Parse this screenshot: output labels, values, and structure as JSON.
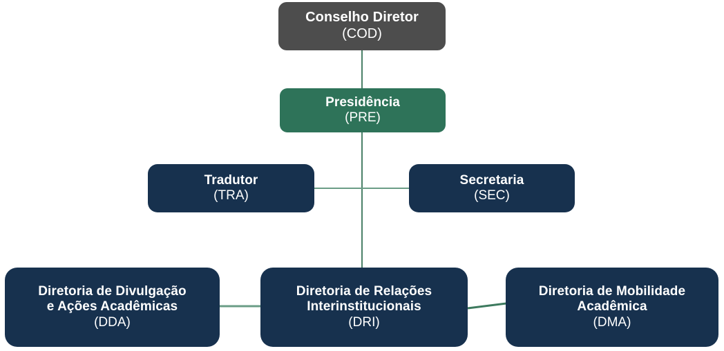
{
  "diagram": {
    "kind": "organizational-chart",
    "language": "pt-BR",
    "background_color": "#ffffff",
    "connector_color": "#4a8068",
    "colors": {
      "council": "#4d4d4d",
      "presidency": "#2e7359",
      "unit": "#17314e",
      "text": "#ffffff"
    }
  },
  "nodes": {
    "cod": {
      "title": "Conselho Diretor",
      "code": "(COD)",
      "color": "#4d4d4d"
    },
    "pre": {
      "title": "Presidência",
      "code": "(PRE)",
      "color": "#2e7359"
    },
    "tra": {
      "title": "Tradutor",
      "code": "(TRA)",
      "color": "#17314e"
    },
    "sec": {
      "title": "Secretaria",
      "code": "(SEC)",
      "color": "#17314e"
    },
    "dda": {
      "title_line1": "Diretoria de Divulgação",
      "title_line2": "e Ações Acadêmicas",
      "code": "(DDA)",
      "color": "#17314e"
    },
    "dri": {
      "title_line1": "Diretoria de Relações",
      "title_line2": "Interinstitucionais",
      "code": "(DRI)",
      "color": "#17314e"
    },
    "dma": {
      "title_line1": "Diretoria de Mobilidade",
      "title_line2": "Acadêmica",
      "code": "(DMA)",
      "color": "#17314e"
    }
  },
  "connectors": [
    {
      "id": "cod-pre",
      "from": "cod",
      "to": "pre",
      "orientation": "vertical"
    },
    {
      "id": "pre-dri",
      "from": "pre",
      "to": "dri",
      "orientation": "vertical"
    },
    {
      "id": "tra-spine",
      "from": "tra",
      "to": "pre-dri-spine",
      "orientation": "horizontal"
    },
    {
      "id": "spine-sec",
      "from": "pre-dri-spine",
      "to": "sec",
      "orientation": "horizontal"
    },
    {
      "id": "dda-dri",
      "from": "dda",
      "to": "dri",
      "orientation": "horizontal"
    },
    {
      "id": "dri-dma",
      "from": "dri",
      "to": "dma",
      "orientation": "horizontal"
    }
  ]
}
